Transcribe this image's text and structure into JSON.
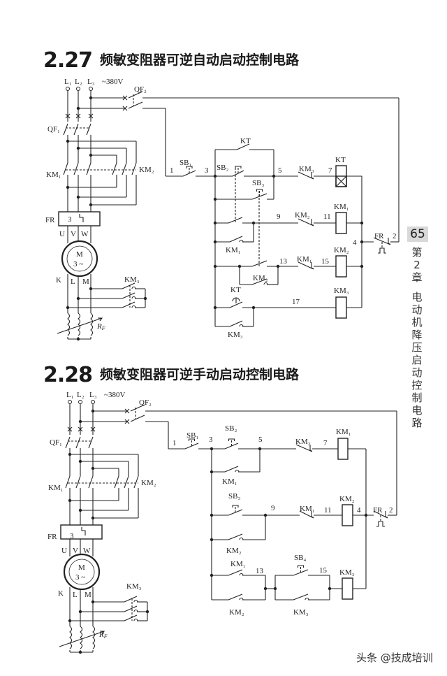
{
  "sections": [
    {
      "number": "2.27",
      "title": "频敏变阻器可逆自动启动控制电路",
      "power": {
        "L1": "L₁",
        "L2": "L₂",
        "L3": "L₃",
        "voltage": "~380V",
        "QF2": "QF₂",
        "QF1": "QF₁",
        "KM1": "KM₁",
        "KM2": "KM₂",
        "FR": "FR",
        "fr_poles": "3",
        "U": "U",
        "V": "V",
        "W": "W",
        "motor_m": "M",
        "motor_phase": "3 ~",
        "K": "K",
        "L": "L",
        "M": "M",
        "KM3": "KM₃",
        "rf_main": "R",
        "rf_sub": "F"
      },
      "control": {
        "n1": "1",
        "SB1": "SB₁",
        "n3": "3",
        "SB2": "SB₂",
        "KT_top": "KT",
        "n5": "5",
        "SB3": "SB₃",
        "KM3_nc": "KM₃",
        "n7": "7",
        "KT_coil": "KT",
        "KM1_coil": "KM₁",
        "n9": "9",
        "KM2_nc": "KM₂",
        "n11": "11",
        "KM1_hold": "KM₁",
        "n4": "4",
        "FR": "FR",
        "n2": "2",
        "KM2_coil": "KM₂",
        "n13": "13",
        "KM1_nc": "KM₁",
        "n15": "15",
        "KM2_no": "KM₂",
        "KT_delay": "KT",
        "n17": "17",
        "KM3_coil": "KM₃",
        "KM3_hold": "KM₃"
      }
    },
    {
      "number": "2.28",
      "title": "频敏变阻器可逆手动启动控制电路",
      "power": {
        "L1": "L₁",
        "L2": "L₂",
        "L3": "L₃",
        "voltage": "~380V",
        "QF2": "QF₂",
        "QF1": "QF₁",
        "KM1": "KM₁",
        "KM2": "KM₂",
        "FR": "FR",
        "fr_poles": "3",
        "U": "U",
        "V": "V",
        "W": "W",
        "motor_m": "M",
        "motor_phase": "3 ~",
        "K": "K",
        "L": "L",
        "M": "M",
        "KM3": "KM₃",
        "rf_main": "R",
        "rf_sub": "F"
      },
      "control": {
        "n1": "1",
        "SB1": "SB₁",
        "n3": "3",
        "SB2": "SB₂",
        "n5": "5",
        "KM2_nc": "KM₂",
        "n7": "7",
        "KM1_coil": "KM₁",
        "KM1_hold": "KM₁",
        "SB3": "SB₃",
        "n9": "9",
        "KM1_nc": "KM₁",
        "n11": "11",
        "KM2_coil": "KM₂",
        "n4": "4",
        "FR": "FR",
        "n2": "2",
        "KM2_hold": "KM₂",
        "KM1_no": "KM₁",
        "n13": "13",
        "SB4": "SB₄",
        "n15": "15",
        "KM3_coil": "KM₃",
        "KM2_no": "KM₂",
        "KM3_hold": "KM₃"
      }
    }
  ],
  "side_tab": {
    "page": "65",
    "chapter_chars": [
      "第",
      "2",
      "章"
    ],
    "chapter_title_chars": [
      "电",
      "动",
      "机",
      "降",
      "压",
      "启",
      "动",
      "控",
      "制",
      "电",
      "路"
    ]
  },
  "watermark": "头条 @技成培训"
}
